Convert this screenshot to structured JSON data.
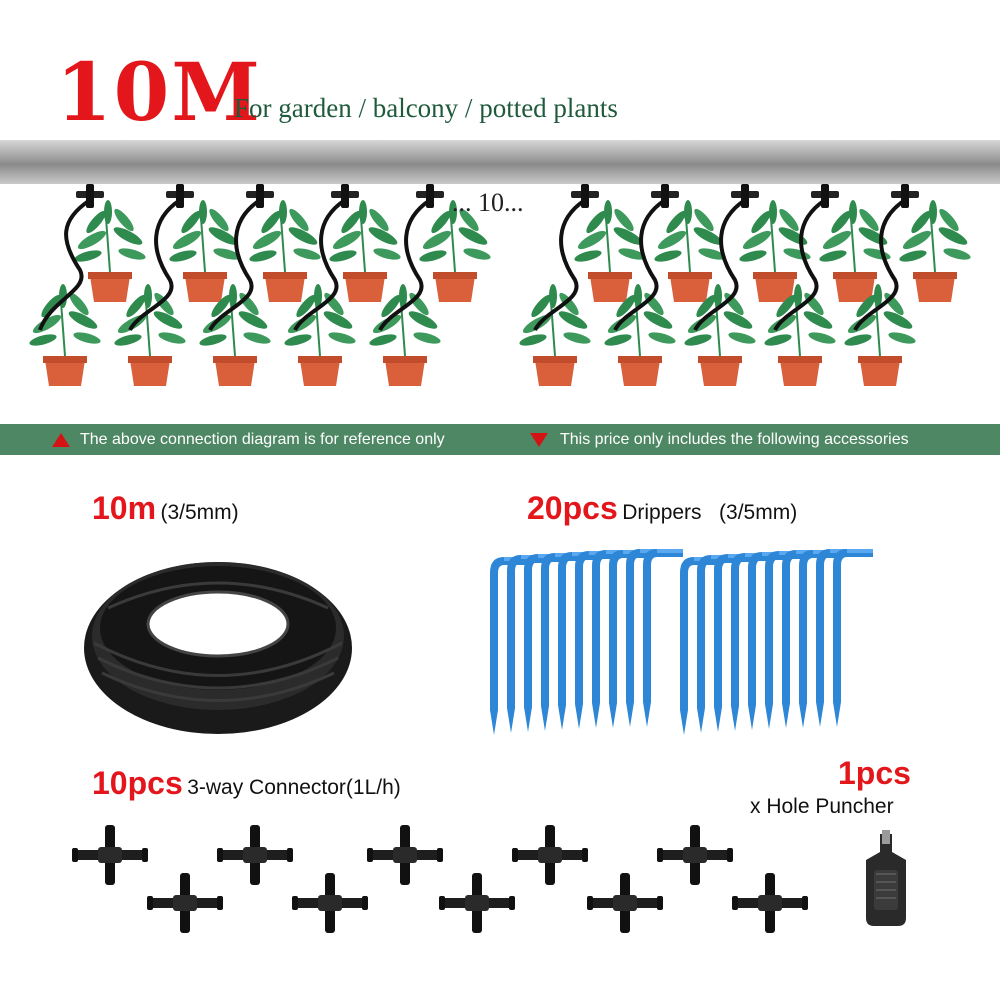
{
  "header": {
    "headline": "10M",
    "subtitle": "For garden / balcony / potted plants",
    "ellipsis": "... 10..."
  },
  "notices": {
    "left": "The above connection diagram is for reference only",
    "right": "This price only includes the following accessories"
  },
  "items": [
    {
      "qty": "10m",
      "desc": "(3/5mm)"
    },
    {
      "qty": "20pcs",
      "desc": "Drippers   (3/5mm)"
    },
    {
      "qty": "10pcs",
      "desc": "3-way Connector(1L/h)"
    },
    {
      "qty": "1pcs",
      "desc": "x Hole Puncher"
    }
  ],
  "colors": {
    "accent_red": "#e3161c",
    "banner_green": "#4d8763",
    "dripper_blue": "#2e86d6",
    "pot_orange": "#d9603b",
    "leaf_green": "#2f8a4e"
  }
}
